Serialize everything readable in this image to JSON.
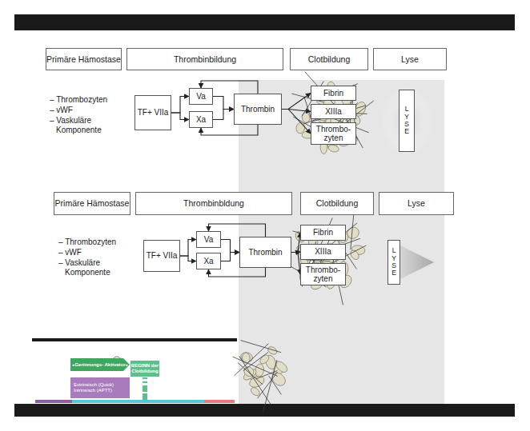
{
  "diagram": {
    "nodes": [
      {
        "text": [
          "Primäre Hämostase"
        ]
      },
      {
        "text": [
          "Thrombinbildung"
        ]
      },
      {
        "text": [
          "Clotbildung"
        ]
      },
      {
        "text": [
          "Lyse"
        ]
      },
      {
        "text": [
          "TF+ VIIa"
        ]
      },
      {
        "text": [
          "Va"
        ]
      },
      {
        "text": [
          "Xa"
        ]
      },
      {
        "text": [
          "Thrombin"
        ]
      },
      {
        "text": [
          "Fibrin"
        ]
      },
      {
        "text": [
          "XIIIa"
        ]
      },
      {
        "text": [
          "Thrombo- zyten"
        ]
      },
      {
        "text": [
          "LYSE"
        ]
      },
      {
        "text": [
          "Primäre Hämostase"
        ]
      },
      {
        "text": [
          "Thrombinbldung"
        ]
      },
      {
        "text": [
          "Clotbildung"
        ]
      },
      {
        "text": [
          "Lyse"
        ]
      },
      {
        "text": [
          "TF+ VIIa"
        ]
      },
      {
        "text": [
          "Va"
        ]
      },
      {
        "text": [
          "Xa"
        ]
      },
      {
        "text": [
          "Thrombin"
        ]
      },
      {
        "text": [
          "Fibrin"
        ]
      },
      {
        "text": [
          "XIIIa"
        ]
      },
      {
        "text": [
          "Thrombo- zyten"
        ]
      },
      {
        "text": [
          "LYSE"
        ]
      },
      {
        "text": [
          "»Gerinnungs- Aktivator«"
        ]
      },
      {
        "text": [
          "BEGINN der Clotbildung"
        ]
      },
      {
        "text": [
          "Extrinsisch (Quick)",
          "Intrinsisch (APTT)"
        ]
      }
    ],
    "edges": [
      {
        "from": 4,
        "to": 5,
        "arrow": "to"
      },
      {
        "from": 4,
        "to": 6,
        "arrow": "to"
      },
      {
        "from": 5,
        "to": 7,
        "arrow": "to"
      },
      {
        "from": 6,
        "to": 7,
        "arrow": "to"
      },
      {
        "from": 7,
        "to": 5,
        "arrow": "to"
      },
      {
        "from": 7,
        "to": 6,
        "arrow": "to"
      },
      {
        "from": 7,
        "to": 8,
        "arrow": "to"
      },
      {
        "from": 7,
        "to": 9,
        "arrow": "to"
      },
      {
        "from": 7,
        "to": 10,
        "arrow": "to"
      },
      {
        "from": 16,
        "to": 17,
        "arrow": "to"
      },
      {
        "from": 16,
        "to": 18,
        "arrow": "to"
      },
      {
        "from": 17,
        "to": 19,
        "arrow": "to"
      },
      {
        "from": 18,
        "to": 19,
        "arrow": "to"
      },
      {
        "from": 19,
        "to": 17,
        "arrow": "to"
      },
      {
        "from": 19,
        "to": 18,
        "arrow": "to"
      },
      {
        "from": 19,
        "to": 20,
        "arrow": "to"
      },
      {
        "from": 19,
        "to": 21,
        "arrow": "to"
      },
      {
        "from": 19,
        "to": 22,
        "arrow": "to"
      }
    ],
    "labels": [
      "– Thrombozyten",
      "– vWF",
      "– Vaskuläre Komponente",
      "– Thrombozyten",
      "– vWF",
      "– Vaskuläre Komponente"
    ]
  }
}
